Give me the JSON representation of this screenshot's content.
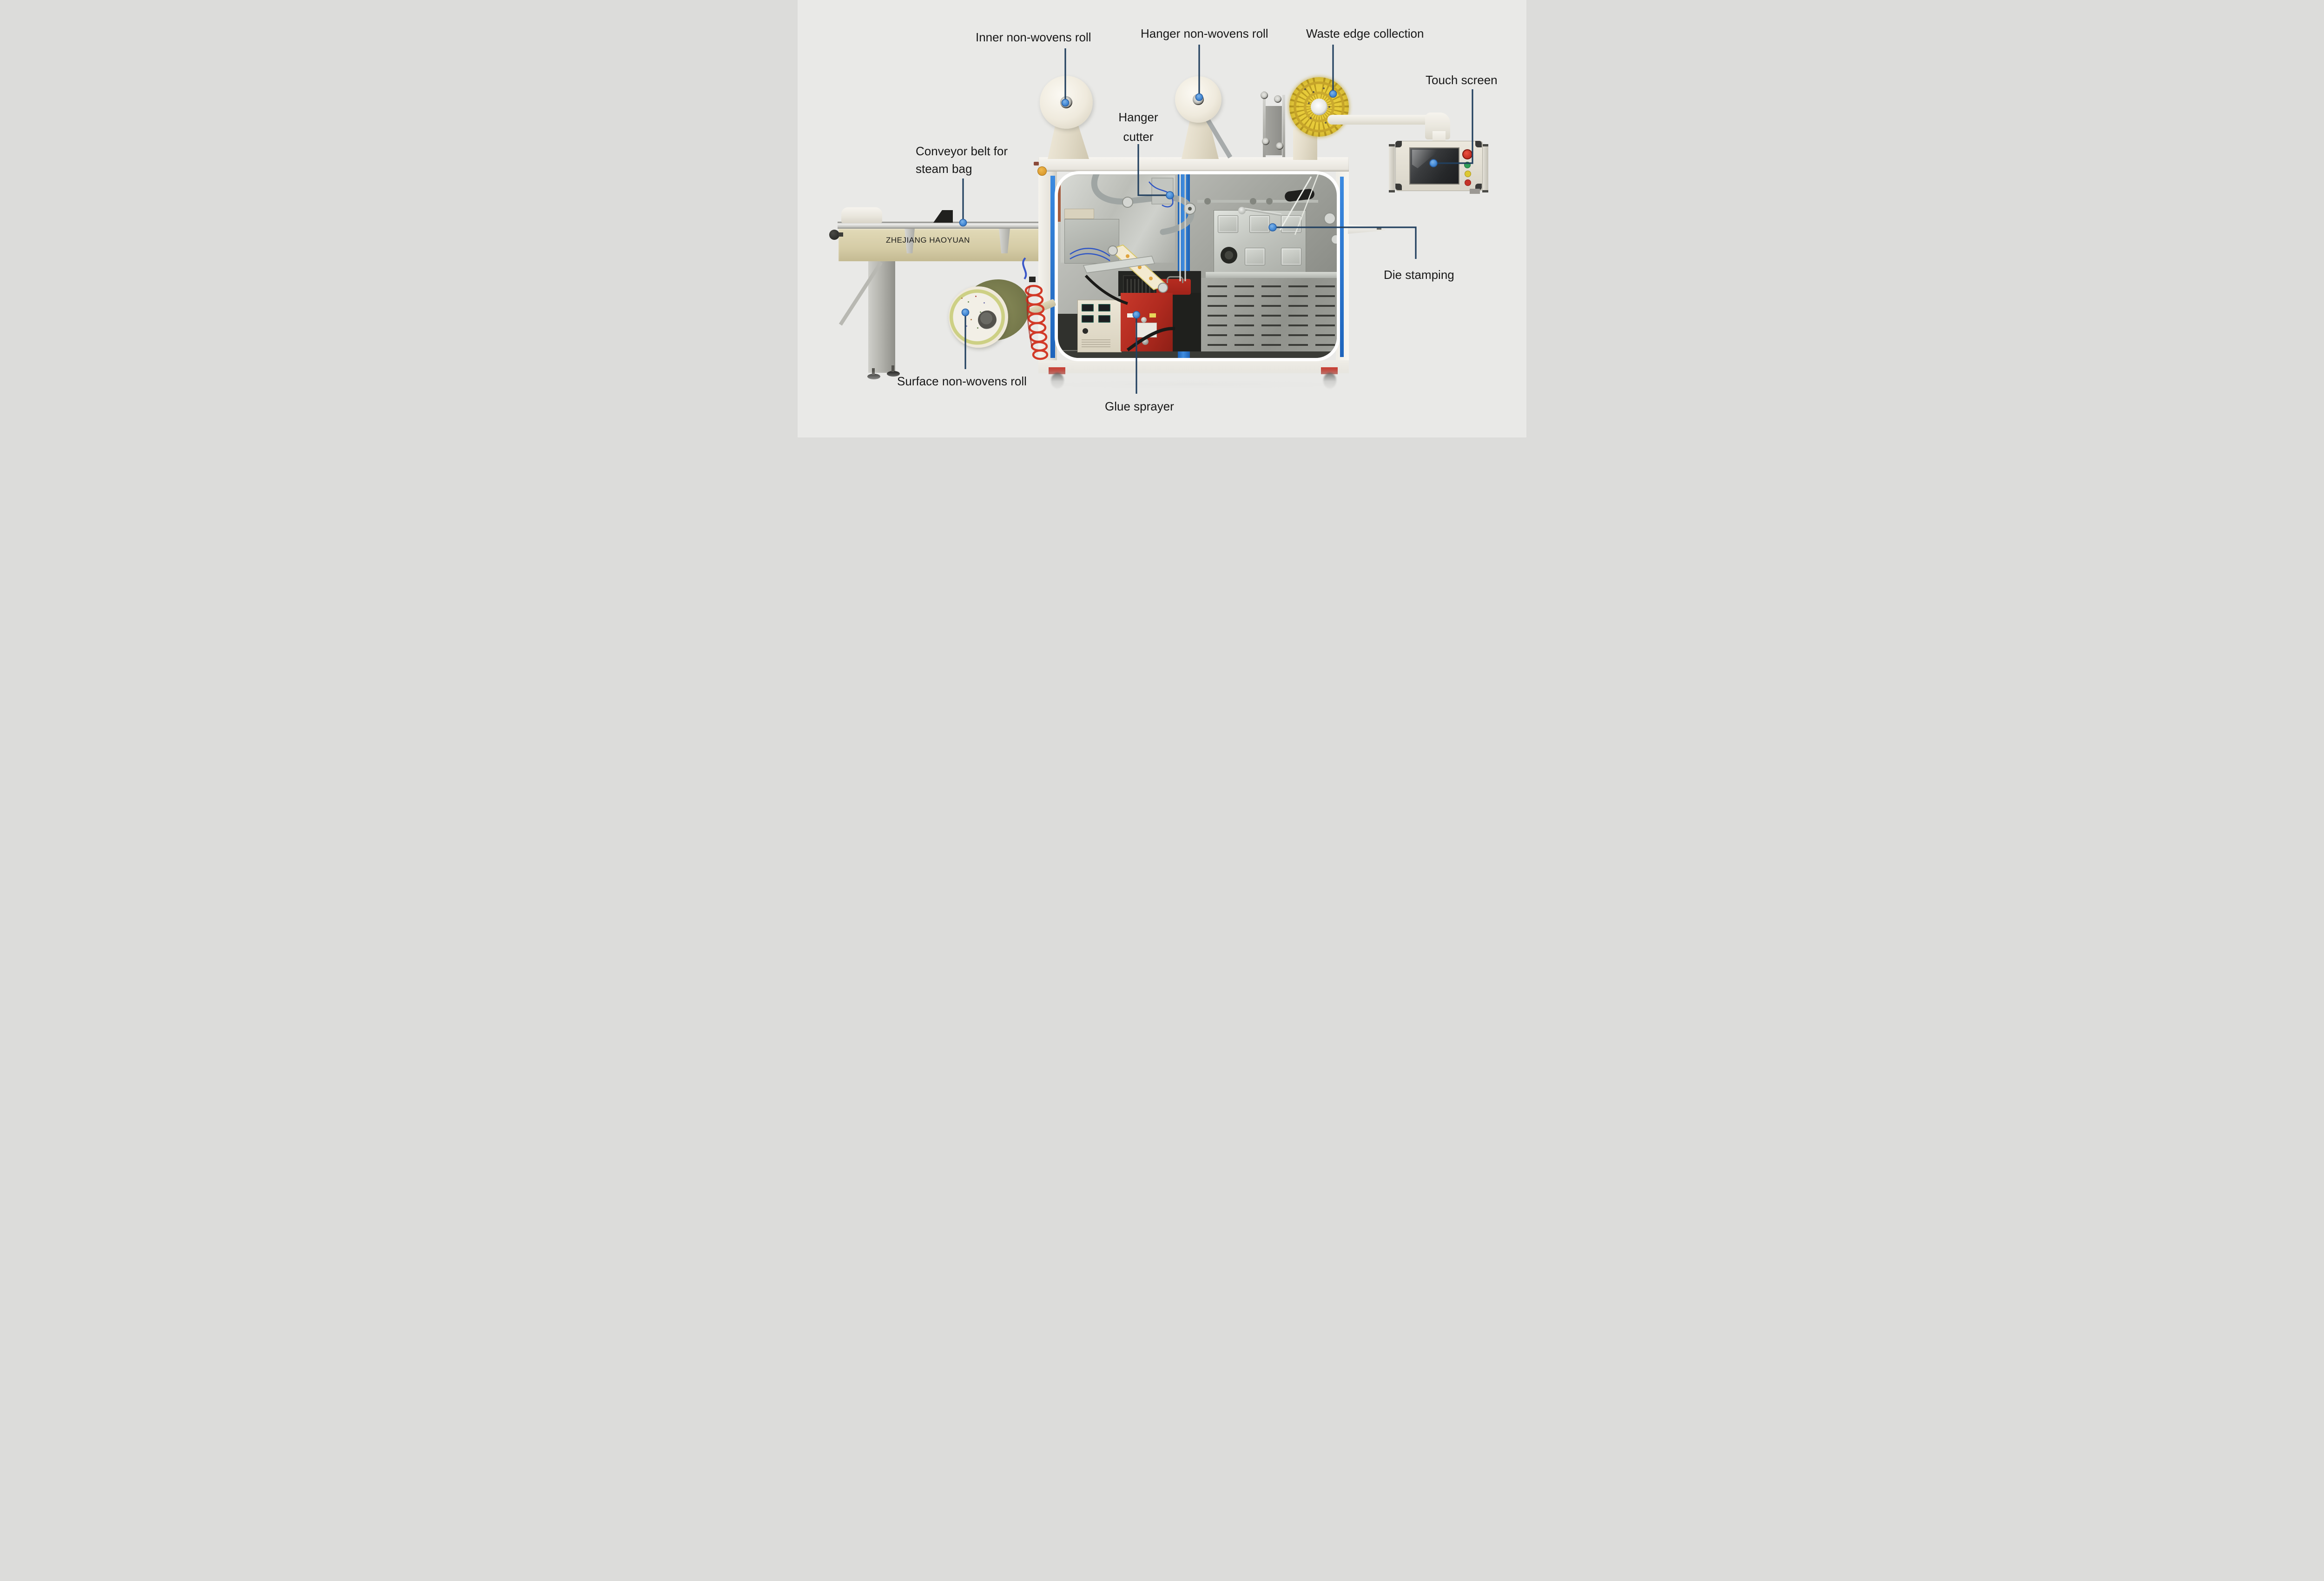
{
  "diagram": {
    "type": "annotated-machine-diagram",
    "machine_brand_text": "ZHEJIANG HAOYUAN"
  },
  "annotations": {
    "inner_roll": {
      "text": "Inner non-wovens roll"
    },
    "hanger_roll": {
      "text": "Hanger non-wovens roll"
    },
    "waste_edge": {
      "text": "Waste edge collection"
    },
    "touch_screen": {
      "text": "Touch screen"
    },
    "hanger_cutter": {
      "text": "Hanger cutter"
    },
    "conveyor_belt": {
      "text": "Conveyor belt for steam bag"
    },
    "die_stamping": {
      "text": "Die stamping"
    },
    "surface_roll": {
      "text": "Surface non-wovens roll"
    },
    "glue_sprayer": {
      "text": "Glue sprayer"
    }
  },
  "icons": {
    "callout_dot": "filled blue circle marker",
    "callout_line": "navy elbow leader line"
  },
  "colors": {
    "background": "#e9e9e7",
    "label_text": "#181818",
    "callout_line": "#22405f",
    "callout_dot_fill": "#4b8fd9",
    "callout_dot_border": "#2a61a5",
    "machine_white": "#f3f1eb",
    "conveyor_beige": "#d8cfab",
    "door_panel_blue": "#2e7fd2",
    "glue_unit_red": "#bb2d24",
    "waste_roll_yellow": "#e7cb3a",
    "highlight_border": "#ffffff",
    "estop_red": "#cf2b20",
    "indicator_green": "#2f9e58",
    "indicator_yellow": "#ddc832",
    "indicator_red": "#c53328"
  }
}
